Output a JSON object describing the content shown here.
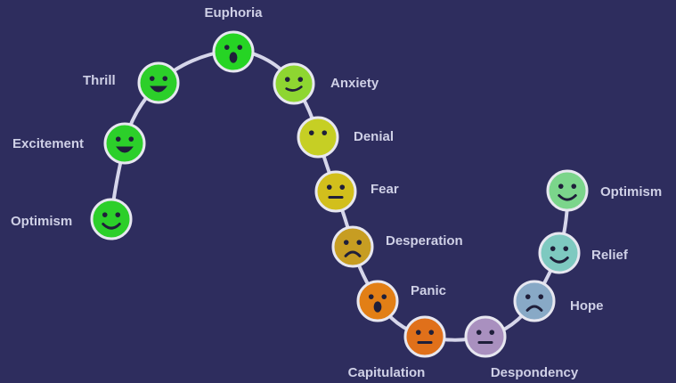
{
  "diagram": {
    "background": "#2e2d5e",
    "line_color": "#d6d6ea",
    "face_stroke": "#e7e7f0",
    "feature_color": "#1f1f3a",
    "stages": [
      {
        "label": "Optimism",
        "color": "#2ccf2a",
        "expression": "smile"
      },
      {
        "label": "Excitement",
        "color": "#2ccf2a",
        "expression": "grin"
      },
      {
        "label": "Thrill",
        "color": "#2ccf2a",
        "expression": "grin"
      },
      {
        "label": "Euphoria",
        "color": "#26d424",
        "expression": "wow"
      },
      {
        "label": "Anxiety",
        "color": "#8ed631",
        "expression": "smirk"
      },
      {
        "label": "Denial",
        "color": "#c6cf24",
        "expression": "blank"
      },
      {
        "label": "Fear",
        "color": "#d2bf1c",
        "expression": "neutral"
      },
      {
        "label": "Desperation",
        "color": "#c79d22",
        "expression": "frown"
      },
      {
        "label": "Panic",
        "color": "#e27f16",
        "expression": "wow"
      },
      {
        "label": "Capitulation",
        "color": "#e0701a",
        "expression": "neutral"
      },
      {
        "label": "Despondency",
        "color": "#a990bf",
        "expression": "neutral"
      },
      {
        "label": "Hope",
        "color": "#88a9c6",
        "expression": "frown"
      },
      {
        "label": "Relief",
        "color": "#7ec9c0",
        "expression": "smile"
      },
      {
        "label": "Optimism",
        "color": "#7bd58b",
        "expression": "smile"
      }
    ]
  }
}
